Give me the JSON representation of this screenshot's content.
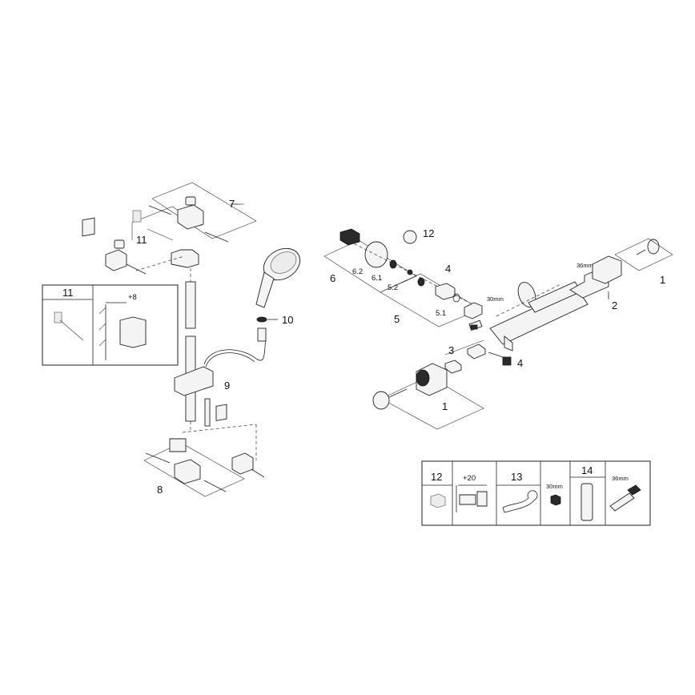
{
  "labels": {
    "item_1a": "1",
    "item_1b": "1",
    "item_2": "2",
    "item_3": "3",
    "item_4a": "4",
    "item_4b": "4",
    "item_5": "5",
    "item_5_1": "5.1",
    "item_5_2": "5.2",
    "item_6": "6",
    "item_6_1": "6.1",
    "item_6_2": "6.2",
    "item_7": "7",
    "item_8": "8",
    "item_9": "9",
    "item_10": "10",
    "item_11": "11",
    "item_12": "12",
    "size_30mm": "30mm",
    "size_36mm": "36mm"
  },
  "detail_box": {
    "item_11": "11",
    "offset": "+8"
  },
  "spare_parts": {
    "item_12": "12",
    "offset_20": "+20",
    "item_13": "13",
    "size_30mm": "30mm",
    "item_14": "14",
    "size_36mm": "36mm"
  }
}
